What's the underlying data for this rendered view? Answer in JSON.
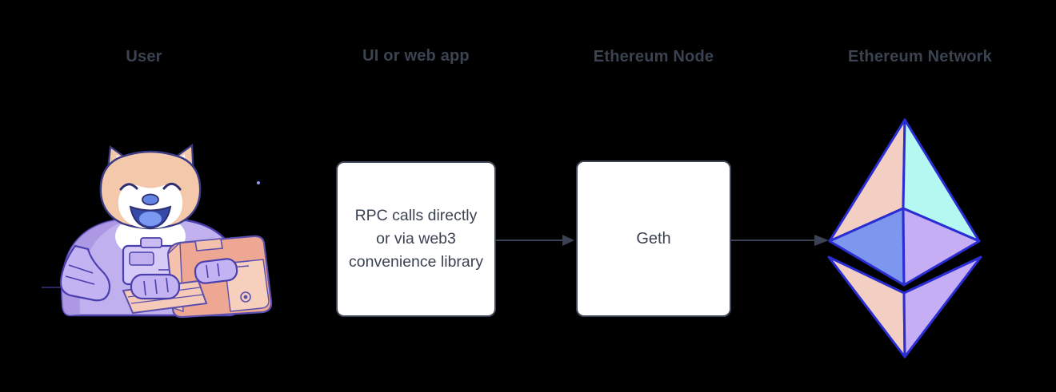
{
  "diagram": {
    "headers": [
      {
        "id": "user",
        "label": "User"
      },
      {
        "id": "webapp",
        "label": "UI or web app"
      },
      {
        "id": "node",
        "label": "Ethereum Node"
      },
      {
        "id": "network",
        "label": "Ethereum Network"
      }
    ],
    "boxes": [
      {
        "id": "webapp-box",
        "text": "RPC calls directly or via web3 convenience library"
      },
      {
        "id": "node-box",
        "text": "Geth"
      }
    ],
    "icons": [
      {
        "name": "doge-astronaut-computer-illustration"
      },
      {
        "name": "ethereum-logo-icon"
      },
      {
        "name": "arrow-right-icon"
      }
    ],
    "arrows": [
      {
        "from": "webapp-box",
        "to": "node-box"
      },
      {
        "from": "node-box",
        "to": "ethereum-logo"
      }
    ],
    "colors": {
      "background": "#000000",
      "heading-text": "#3b4351",
      "box-bg": "#ffffff",
      "box-border": "#3f4757",
      "box-text": "#3b4252",
      "arrow": "#3b4252",
      "eth-outline": "#2a2dd2",
      "eth-peach": "#f2cfc2",
      "eth-cyan": "#b5f8f1",
      "eth-blue": "#7d97ee",
      "eth-purple": "#c5aef3"
    }
  }
}
